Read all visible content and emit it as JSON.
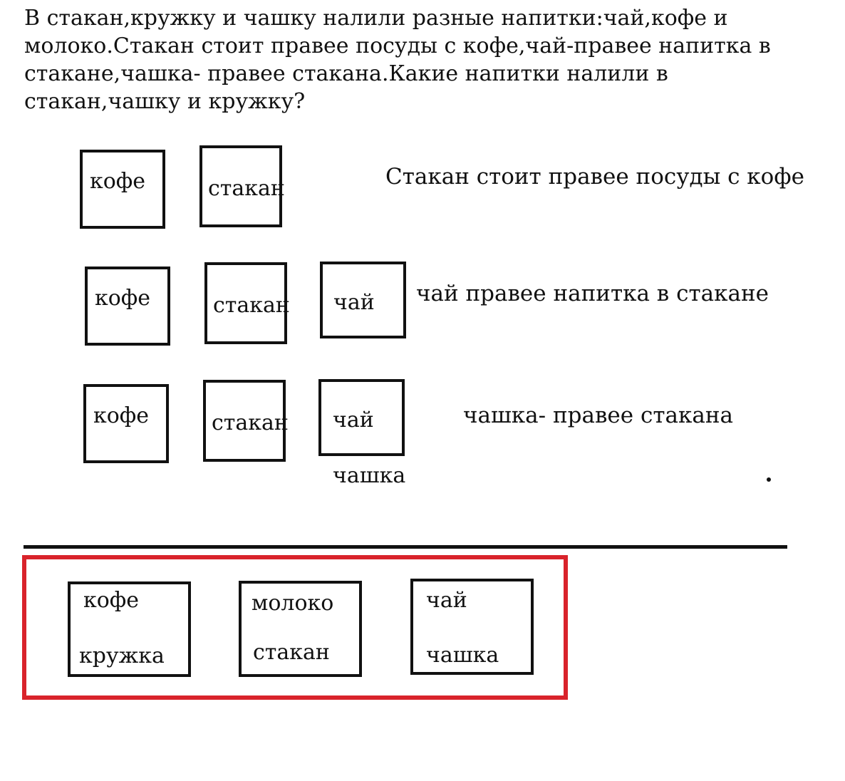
{
  "problem_text": "В стакан,кружку и чашку налили разные напитки:чай,кофе и молоко.Стакан стоит правее посуды с кофе,чай-правее напитка в стакане,чашка- правее стакана.Какие напитки налили в стакан,чашку и кружку?",
  "rows": [
    {
      "boxes": [
        "кофе",
        "стакан"
      ],
      "note": "Стакан стоит правее посуды с кофе"
    },
    {
      "boxes": [
        "кофе",
        "стакан",
        "чай"
      ],
      "note": "чай правее напитка в стакане"
    },
    {
      "boxes": [
        "кофе",
        "стакан",
        "чай"
      ],
      "below_label": "чашка",
      "note": "чашка- правее стакана"
    }
  ],
  "answer": {
    "frame_color": "#d9232b",
    "boxes": [
      {
        "drink": "кофе",
        "vessel": "кружка"
      },
      {
        "drink": "молоко",
        "vessel": "стакан"
      },
      {
        "drink": "чай",
        "vessel": "чашка"
      }
    ]
  }
}
